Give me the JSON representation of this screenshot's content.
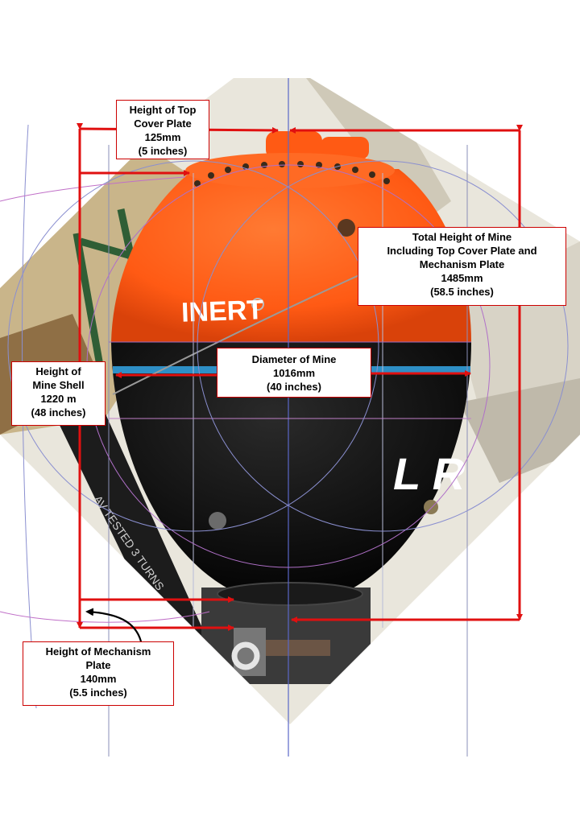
{
  "photo": {
    "mine_markings": [
      "INERT",
      "L R"
    ],
    "stencil_text": "AV TESTED 3 TURNS"
  },
  "colors": {
    "dimension_lines": "#e01010",
    "mine_upper": "#ff5a14",
    "mine_lower": "#0d0d0d",
    "stripe": "#2e8fc6",
    "guide_lines_blue": "#5a67c8",
    "guide_lines_magenta": "#c060c0"
  },
  "callouts": {
    "top_cover": {
      "line1": "Height of Top",
      "line2": "Cover Plate",
      "line3": "125mm",
      "line4": "(5 inches)"
    },
    "total_height": {
      "line1": "Total Height of Mine",
      "line2": "Including Top Cover Plate and",
      "line3": "Mechanism Plate",
      "line4": "1485mm",
      "line5": "(58.5 inches)"
    },
    "diameter": {
      "line1": "Diameter of Mine",
      "line2": "1016mm",
      "line3": "(40 inches)"
    },
    "shell_height": {
      "line1": "Height of",
      "line2": "Mine Shell",
      "line3": "1220 m",
      "line4": "(48 inches)"
    },
    "mechanism_plate": {
      "line1": "Height of Mechanism",
      "line2": "Plate",
      "line3": "140mm",
      "line4": "(5.5 inches)"
    }
  }
}
